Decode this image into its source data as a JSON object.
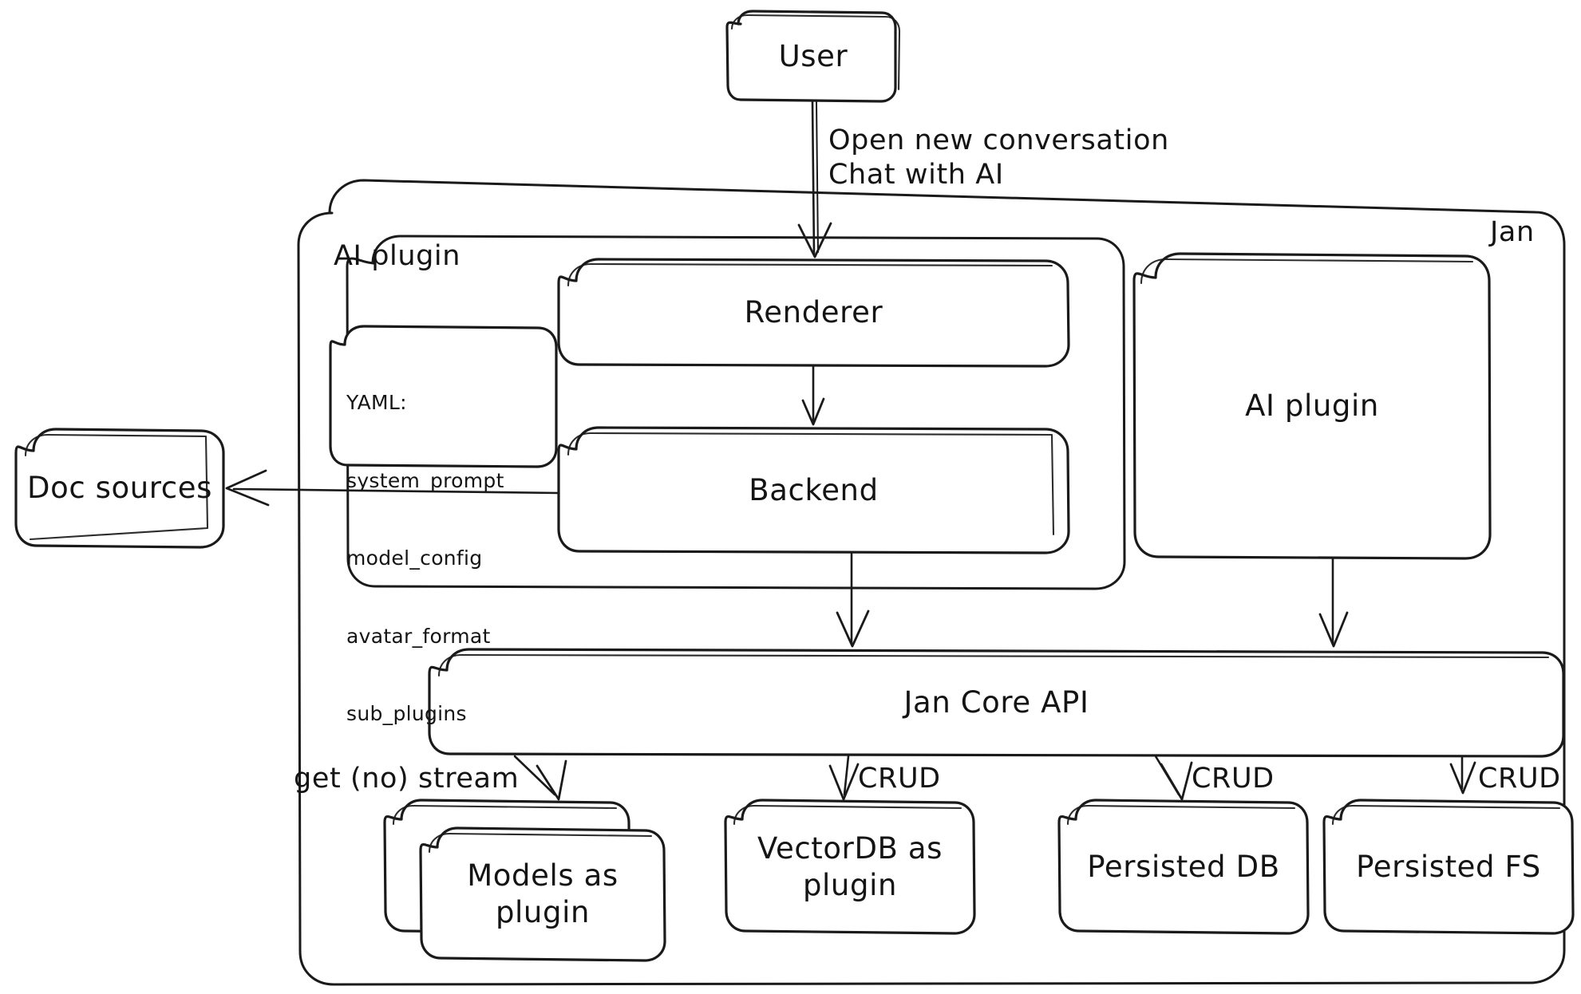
{
  "diagram": {
    "title": "Jan architecture diagram",
    "style": "hand-drawn sketch",
    "stroke_color": "#1a1a1a",
    "background_color": "#ffffff"
  },
  "nodes": {
    "user": {
      "label": "User"
    },
    "jan_container": {
      "label": "Jan"
    },
    "ai_plugin_group": {
      "label": "AI plugin"
    },
    "yaml_box": {
      "title": "YAML:",
      "items": [
        "system_prompt",
        "model_config",
        "avatar_format",
        "sub_plugins"
      ]
    },
    "renderer": {
      "label": "Renderer"
    },
    "backend": {
      "label": "Backend"
    },
    "ai_plugin_box": {
      "label": "AI plugin"
    },
    "doc_sources": {
      "label": "Doc sources"
    },
    "jan_core_api": {
      "label": "Jan Core API"
    },
    "models_plugin": {
      "label": "Models as\nplugin"
    },
    "vectordb_plugin": {
      "label": "VectorDB as\nplugin"
    },
    "persisted_db": {
      "label": "Persisted DB"
    },
    "persisted_fs": {
      "label": "Persisted FS"
    }
  },
  "edges": {
    "user_to_renderer": {
      "label": "Open new conversation\nChat with AI"
    },
    "renderer_to_backend": {
      "label": ""
    },
    "backend_to_doc_sources": {
      "label": ""
    },
    "backend_to_core": {
      "label": ""
    },
    "ai_plugin_to_core": {
      "label": ""
    },
    "core_to_models": {
      "label": "get (no) stream"
    },
    "core_to_vectordb": {
      "label": "CRUD"
    },
    "core_to_db": {
      "label": "CRUD"
    },
    "core_to_fs": {
      "label": "CRUD"
    }
  }
}
